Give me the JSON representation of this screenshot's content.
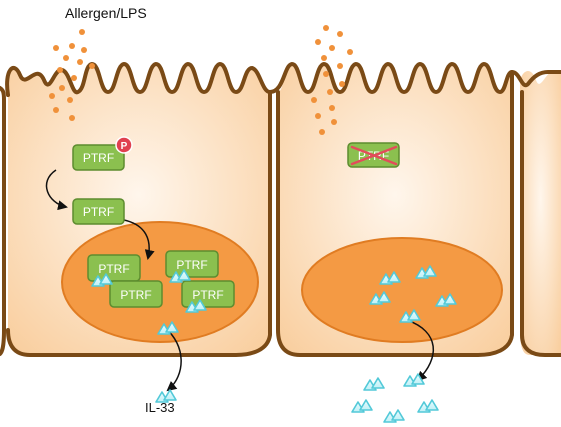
{
  "top_label": "Allergen/LPS",
  "bottom_label": "IL-33",
  "protein_label": "PTRF",
  "deleted_protein_label": "PTRF",
  "phospho_label": "P",
  "colors": {
    "membrane": "#7a4a16",
    "cytoplasm": "#fbe0c2",
    "nucleus": "#f49a44",
    "protein_fill": "#8bc04f",
    "protein_stroke": "#5d8c2f",
    "particle": "#f0913a",
    "il33": "#52c9d8",
    "phospho": "#e0404f",
    "cross": "#e24d5a"
  },
  "icons": [
    "il33-triangle-pair-icon",
    "allergen-particle-icon",
    "phospho-badge-icon",
    "cross-out-icon"
  ]
}
